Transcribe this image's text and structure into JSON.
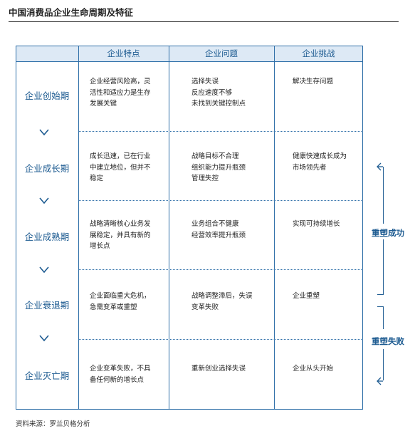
{
  "title": "中国消费品企业生命周期及特征",
  "columns": [
    "企业特点",
    "企业问题",
    "企业挑战"
  ],
  "stages": [
    {
      "name": "企业创始期",
      "features": [
        "企业经营风险高，灵",
        "活性和适应力是生存",
        "发展关键"
      ],
      "problems": [
        "选择失误",
        "反应速度不够",
        "未找到关键控制点"
      ],
      "challenges": [
        "解决生存问题"
      ]
    },
    {
      "name": "企业成长期",
      "features": [
        "成长迅速，已在行业",
        "中建立地位，但并不",
        "稳定"
      ],
      "problems": [
        "战略目标不合理",
        "组织能力提升瓶颈",
        "管理失控"
      ],
      "challenges": [
        "健康快速成长成为",
        "市场领先者"
      ]
    },
    {
      "name": "企业成熟期",
      "features": [
        "战略清晰核心业务发",
        "展稳定，并具有新的",
        "增长点"
      ],
      "problems": [
        "业务组合不健康",
        "经营效率提升瓶颈"
      ],
      "challenges": [
        "实现可持续增长"
      ]
    },
    {
      "name": "企业衰退期",
      "features": [
        "企业面临重大危机，",
        "急需变革或重塑"
      ],
      "problems": [
        "战略调整滞后，失误",
        "变革失败"
      ],
      "challenges": [
        "企业重塑"
      ]
    },
    {
      "name": "企业灭亡期",
      "features": [
        "企业变革失败，不具",
        "备任何新的增长点"
      ],
      "problems": [
        "重新创业选择失误"
      ],
      "challenges": [
        "企业从头开始"
      ]
    }
  ],
  "side_labels": {
    "success": "重塑成功",
    "failure": "重塑失败"
  },
  "source": "资料来源：罗兰贝格分析",
  "colors": {
    "accent": "#1d5b91",
    "border": "#2f6fa8",
    "header_bg": "#dde9f5"
  }
}
